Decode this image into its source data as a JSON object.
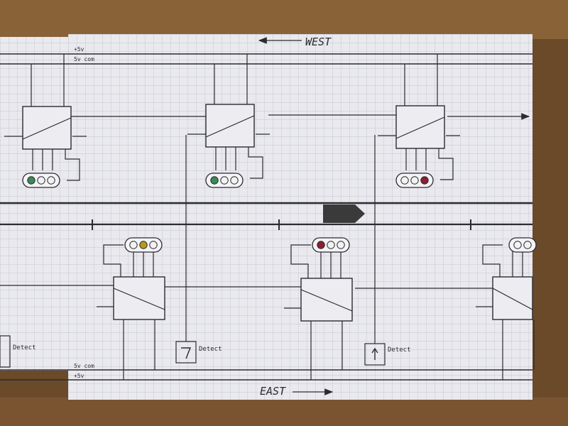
{
  "labels": {
    "west": "WEST",
    "east": "EAST",
    "rail_plus5v_top": "+5v",
    "rail_com_top": "5v com",
    "rail_com_bottom": "5v com",
    "rail_plus5v_bottom": "+5v"
  },
  "detect_label": "Detect",
  "top_modules": [
    {
      "signal_lamps": [
        "green",
        "white",
        "white"
      ]
    },
    {
      "signal_lamps": [
        "green",
        "white",
        "white"
      ]
    },
    {
      "signal_lamps": [
        "white",
        "white",
        "red"
      ]
    }
  ],
  "bottom_modules": [
    {
      "signal_lamps": [
        "white",
        "yellow",
        "white"
      ]
    },
    {
      "signal_lamps": [
        "red",
        "white",
        "white"
      ]
    },
    {
      "signal_lamps": [
        "white",
        "white"
      ]
    }
  ],
  "colors": {
    "paper": "#e9e9ee",
    "grid": "#b9bccb",
    "ink": "#2a2a30",
    "train": "#3a3a3a",
    "wood": "#6b4a2a",
    "lamp_green": "#3a8a55",
    "lamp_yellow": "#b89a20",
    "lamp_red": "#8a2030",
    "lamp_white": "#f2f2f2"
  }
}
